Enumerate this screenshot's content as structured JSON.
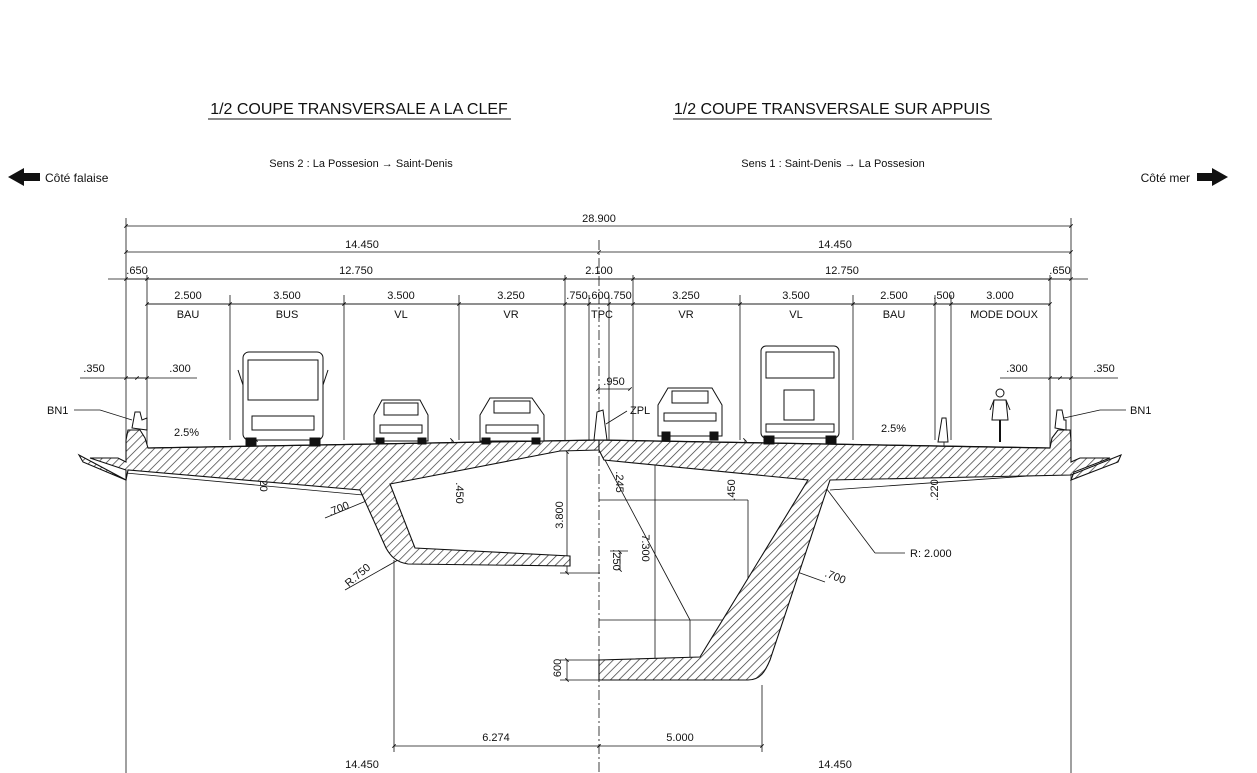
{
  "titles": {
    "left": "1/2 COUPE TRANSVERSALE A LA CLEF",
    "right": "1/2 COUPE TRANSVERSALE SUR APPUIS"
  },
  "directions": {
    "left": "Sens 2 : La Possesion → Saint-Denis",
    "right": "Sens 1 : Saint-Denis → La Possesion"
  },
  "sides": {
    "left": "Côté falaise",
    "right": "Côté mer"
  },
  "top_dims": {
    "total": "28.900",
    "half_left": "14.450",
    "half_right": "14.450",
    "edge_left": ".650",
    "main_left": "12.750",
    "median": "2.100",
    "main_right": "12.750",
    "edge_right": ".650"
  },
  "lane_dims": {
    "bau_left": "2.500",
    "bus": "3.500",
    "vl_left": "3.500",
    "vr_left": "3.250",
    "tpc_a": ".750",
    "tpc_b": ".600",
    "tpc_c": ".750",
    "vr_right": "3.250",
    "vl_right": "3.500",
    "bau_right": "2.500",
    "sep_right": ".500",
    "mode_doux": "3.000"
  },
  "lanes": {
    "bau_left": "BAU",
    "bus": "BUS",
    "vl_left": "VL",
    "vr_left": "VR",
    "tpc": "TPC",
    "vr_right": "VR",
    "vl_right": "VL",
    "bau_right": "BAU",
    "mode_doux": "MODE DOUX"
  },
  "labels": {
    "bn1_left": "BN1",
    "bn1_right": "BN1",
    "zpl": "ZPL",
    "radius_large": "R: 2.000",
    "radius_small": "R.750"
  },
  "small_dims": {
    "l350": ".350",
    "l300": ".300",
    "r300": ".300",
    "r350": ".350",
    "w950": ".950",
    "slope_left": "2.5%",
    "slope_right": "2.5%",
    "t220_left": ".220",
    "t700_left": ".700",
    "t450_left": ".450",
    "t245": ".245",
    "h3800": "3.800",
    "t250": ".250",
    "h7300": "7.300",
    "t450_right": ".450",
    "t220_right": ".220",
    "t700_right": ".700",
    "b600": "600"
  },
  "bottom_dims": {
    "w6274": "6.274",
    "w5000": "5.000",
    "half_left": "14.450",
    "half_right": "14.450"
  }
}
